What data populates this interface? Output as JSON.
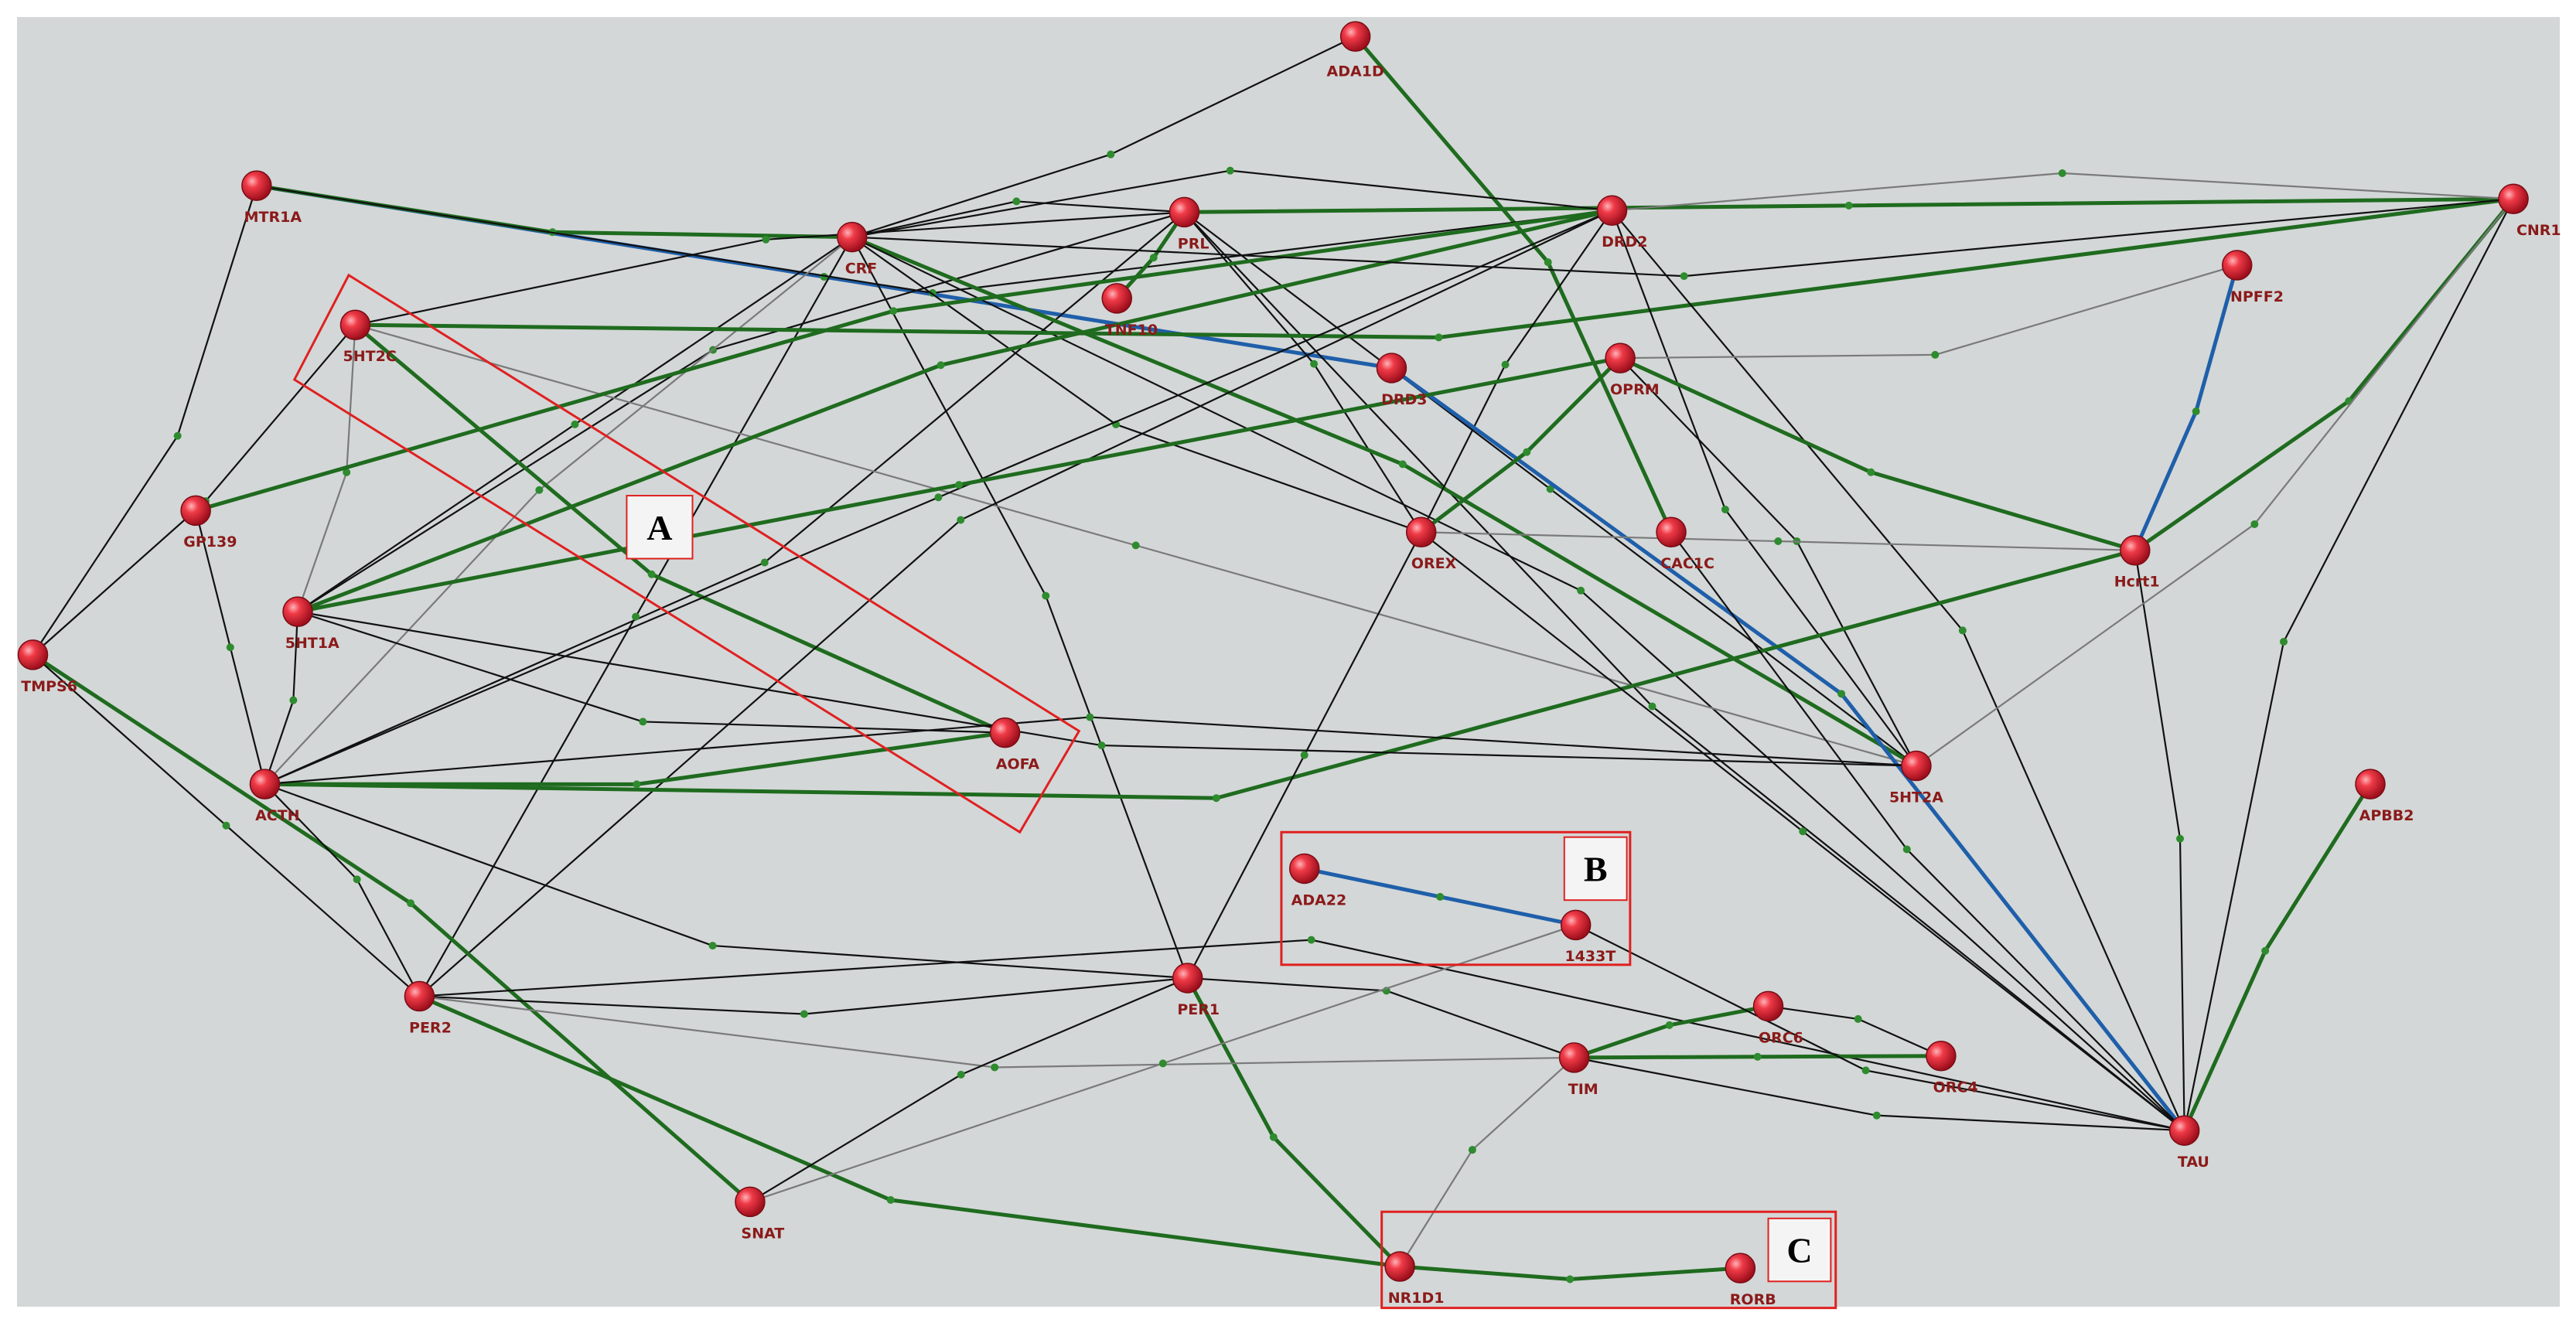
{
  "colors": {
    "background": "#d3d7d7",
    "node_fill": "#e8323f",
    "node_label": "#8b1a1a",
    "edge_black": "#111111",
    "edge_gray": "#7a7a7a",
    "edge_green": "#1f6b1f",
    "edge_blue": "#1f5faa",
    "bend_dot": "#2e8b2e",
    "region_box": "#e02020"
  },
  "nodes": [
    {
      "id": "ADA1D",
      "label": "ADA1D"
    },
    {
      "id": "MTR1A",
      "label": "MTR1A"
    },
    {
      "id": "CRF",
      "label": "CRF"
    },
    {
      "id": "PRL",
      "label": "PRL"
    },
    {
      "id": "DRD2",
      "label": "DRD2"
    },
    {
      "id": "CNR1",
      "label": "CNR1"
    },
    {
      "id": "TNF10",
      "label": "TNF10"
    },
    {
      "id": "NPFF2",
      "label": "NPFF2"
    },
    {
      "id": "5HT2C",
      "label": "5HT2C"
    },
    {
      "id": "DRD3",
      "label": "DRD3"
    },
    {
      "id": "OPRM",
      "label": "OPRM"
    },
    {
      "id": "GP139",
      "label": "GP139"
    },
    {
      "id": "OREX",
      "label": "OREX"
    },
    {
      "id": "CAC1C",
      "label": "CAC1C"
    },
    {
      "id": "Hcrt1",
      "label": "Hcrt1"
    },
    {
      "id": "5HT1A",
      "label": "5HT1A"
    },
    {
      "id": "TMPS6",
      "label": "TMPS6"
    },
    {
      "id": "AOFA",
      "label": "AOFA"
    },
    {
      "id": "ACTH",
      "label": "ACTH"
    },
    {
      "id": "5HT2A",
      "label": "5HT2A"
    },
    {
      "id": "APBB2",
      "label": "APBB2"
    },
    {
      "id": "ADA22",
      "label": "ADA22"
    },
    {
      "id": "1433T",
      "label": "1433T"
    },
    {
      "id": "PER2",
      "label": "PER2"
    },
    {
      "id": "PER1",
      "label": "PER1"
    },
    {
      "id": "ORC6",
      "label": "ORC6"
    },
    {
      "id": "TIM",
      "label": "TIM"
    },
    {
      "id": "ORC4",
      "label": "ORC4"
    },
    {
      "id": "TAU",
      "label": "TAU"
    },
    {
      "id": "SNAT",
      "label": "SNAT"
    },
    {
      "id": "NR1D1",
      "label": "NR1D1"
    },
    {
      "id": "RORB",
      "label": "RORB"
    }
  ],
  "edges": [
    {
      "from": "ADA1D",
      "to": "CAC1C",
      "type": "green"
    },
    {
      "from": "ADA1D",
      "to": "CRF",
      "type": "black"
    },
    {
      "from": "MTR1A",
      "to": "DRD3",
      "type": "blue"
    },
    {
      "from": "MTR1A",
      "to": "CRF",
      "type": "green"
    },
    {
      "from": "MTR1A",
      "to": "DRD2",
      "type": "black"
    },
    {
      "from": "MTR1A",
      "to": "TMPS6",
      "type": "black"
    },
    {
      "from": "PRL",
      "to": "TNF10",
      "type": "green"
    },
    {
      "from": "PRL",
      "to": "CNR1",
      "type": "green"
    },
    {
      "from": "PRL",
      "to": "5HT2C",
      "type": "black"
    },
    {
      "from": "PRL",
      "to": "5HT1A",
      "type": "black"
    },
    {
      "from": "PRL",
      "to": "ACTH",
      "type": "black"
    },
    {
      "from": "PRL",
      "to": "OREX",
      "type": "black"
    },
    {
      "from": "PRL",
      "to": "5HT2A",
      "type": "black"
    },
    {
      "from": "PRL",
      "to": "TAU",
      "type": "black"
    },
    {
      "from": "PRL",
      "to": "CRF",
      "type": "black"
    },
    {
      "from": "CRF",
      "to": "DRD2",
      "type": "black"
    },
    {
      "from": "CRF",
      "to": "5HT2A",
      "type": "green"
    },
    {
      "from": "CRF",
      "to": "5HT1A",
      "type": "black"
    },
    {
      "from": "CRF",
      "to": "ACTH",
      "type": "gray"
    },
    {
      "from": "CRF",
      "to": "OREX",
      "type": "black"
    },
    {
      "from": "CRF",
      "to": "TAU",
      "type": "black"
    },
    {
      "from": "CRF",
      "to": "PER1",
      "type": "black"
    },
    {
      "from": "CRF",
      "to": "PER2",
      "type": "black"
    },
    {
      "from": "5HT2C",
      "to": "CNR1",
      "type": "green"
    },
    {
      "from": "5HT2C",
      "to": "AOFA",
      "type": "green"
    },
    {
      "from": "5HT2C",
      "to": "5HT1A",
      "type": "gray"
    },
    {
      "from": "5HT2C",
      "to": "TMPS6",
      "type": "black"
    },
    {
      "from": "5HT2C",
      "to": "5HT2A",
      "type": "gray"
    },
    {
      "from": "DRD2",
      "to": "5HT1A",
      "type": "green"
    },
    {
      "from": "DRD2",
      "to": "5HT2A",
      "type": "black"
    },
    {
      "from": "DRD2",
      "to": "TAU",
      "type": "black"
    },
    {
      "from": "DRD2",
      "to": "CNR1",
      "type": "gray"
    },
    {
      "from": "DRD2",
      "to": "ACTH",
      "type": "black"
    },
    {
      "from": "DRD2",
      "to": "OREX",
      "type": "black"
    },
    {
      "from": "DRD2",
      "to": "PER2",
      "type": "black"
    },
    {
      "from": "DRD3",
      "to": "TAU",
      "type": "blue"
    },
    {
      "from": "OPRM",
      "to": "OREX",
      "type": "green"
    },
    {
      "from": "OPRM",
      "to": "5HT1A",
      "type": "green"
    },
    {
      "from": "OPRM",
      "to": "Hcrt1",
      "type": "green"
    },
    {
      "from": "OPRM",
      "to": "NPFF2",
      "type": "gray"
    },
    {
      "from": "OPRM",
      "to": "5HT2A",
      "type": "black"
    },
    {
      "from": "GP139",
      "to": "DRD2",
      "type": "green"
    },
    {
      "from": "GP139",
      "to": "ACTH",
      "type": "black"
    },
    {
      "from": "Hcrt1",
      "to": "NPFF2",
      "type": "blue"
    },
    {
      "from": "Hcrt1",
      "to": "CNR1",
      "type": "green"
    },
    {
      "from": "Hcrt1",
      "to": "ACTH",
      "type": "green"
    },
    {
      "from": "Hcrt1",
      "to": "TAU",
      "type": "black"
    },
    {
      "from": "Hcrt1",
      "to": "OREX",
      "type": "gray"
    },
    {
      "from": "5HT1A",
      "to": "5HT2A",
      "type": "black"
    },
    {
      "from": "5HT1A",
      "to": "AOFA",
      "type": "black"
    },
    {
      "from": "5HT1A",
      "to": "ACTH",
      "type": "black"
    },
    {
      "from": "TMPS6",
      "to": "SNAT",
      "type": "green"
    },
    {
      "from": "TMPS6",
      "to": "PER2",
      "type": "black"
    },
    {
      "from": "ACTH",
      "to": "AOFA",
      "type": "green"
    },
    {
      "from": "ACTH",
      "to": "PER1",
      "type": "black"
    },
    {
      "from": "ACTH",
      "to": "PER2",
      "type": "black"
    },
    {
      "from": "ACTH",
      "to": "5HT2A",
      "type": "black"
    },
    {
      "from": "ADA22",
      "to": "1433T",
      "type": "blue"
    },
    {
      "from": "APBB2",
      "to": "TAU",
      "type": "green"
    },
    {
      "from": "PER1",
      "to": "NR1D1",
      "type": "green"
    },
    {
      "from": "PER1",
      "to": "TIM",
      "type": "black"
    },
    {
      "from": "PER1",
      "to": "PER2",
      "type": "black"
    },
    {
      "from": "PER1",
      "to": "OREX",
      "type": "black"
    },
    {
      "from": "PER2",
      "to": "TIM",
      "type": "gray"
    },
    {
      "from": "PER2",
      "to": "NR1D1",
      "type": "green"
    },
    {
      "from": "PER2",
      "to": "TAU",
      "type": "black"
    },
    {
      "from": "TIM",
      "to": "ORC6",
      "type": "green"
    },
    {
      "from": "TIM",
      "to": "ORC4",
      "type": "green"
    },
    {
      "from": "TIM",
      "to": "TAU",
      "type": "black"
    },
    {
      "from": "TIM",
      "to": "NR1D1",
      "type": "gray"
    },
    {
      "from": "ORC6",
      "to": "ORC4",
      "type": "black"
    },
    {
      "from": "SNAT",
      "to": "PER1",
      "type": "black"
    },
    {
      "from": "SNAT",
      "to": "1433T",
      "type": "gray"
    },
    {
      "from": "NR1D1",
      "to": "RORB",
      "type": "green"
    },
    {
      "from": "CNR1",
      "to": "TAU",
      "type": "black"
    },
    {
      "from": "CNR1",
      "to": "5HT2A",
      "type": "gray"
    },
    {
      "from": "CNR1",
      "to": "CRF",
      "type": "black"
    },
    {
      "from": "OREX",
      "to": "TAU",
      "type": "black"
    },
    {
      "from": "CAC1C",
      "to": "TAU",
      "type": "black"
    },
    {
      "from": "1433T",
      "to": "TAU",
      "type": "black"
    }
  ],
  "regions": [
    {
      "id": "A",
      "label": "A"
    },
    {
      "id": "B",
      "label": "B"
    },
    {
      "id": "C",
      "label": "C"
    }
  ]
}
